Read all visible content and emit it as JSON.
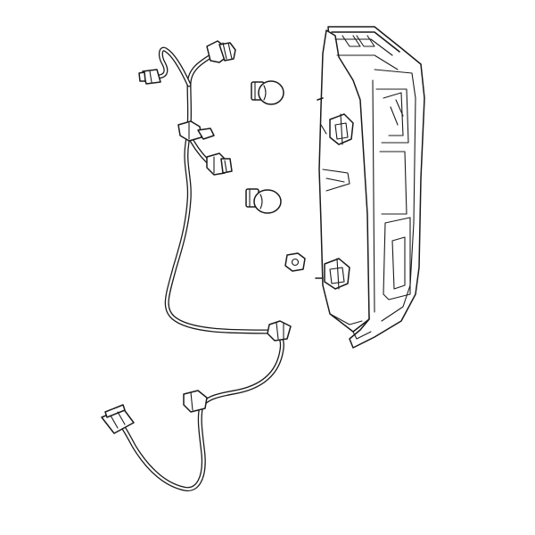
{
  "diagram": {
    "background": "#ffffff",
    "line_color": "#1a1a1a",
    "parts": [
      {
        "id": "wiring-harness",
        "icon": "wire-harness-icon"
      },
      {
        "id": "bulb-upper",
        "icon": "bulb-icon"
      },
      {
        "id": "bulb-lower",
        "icon": "bulb-icon"
      },
      {
        "id": "nut-clip",
        "icon": "clip-icon"
      },
      {
        "id": "tail-lamp-assembly",
        "icon": "tail-lamp-icon"
      }
    ]
  }
}
